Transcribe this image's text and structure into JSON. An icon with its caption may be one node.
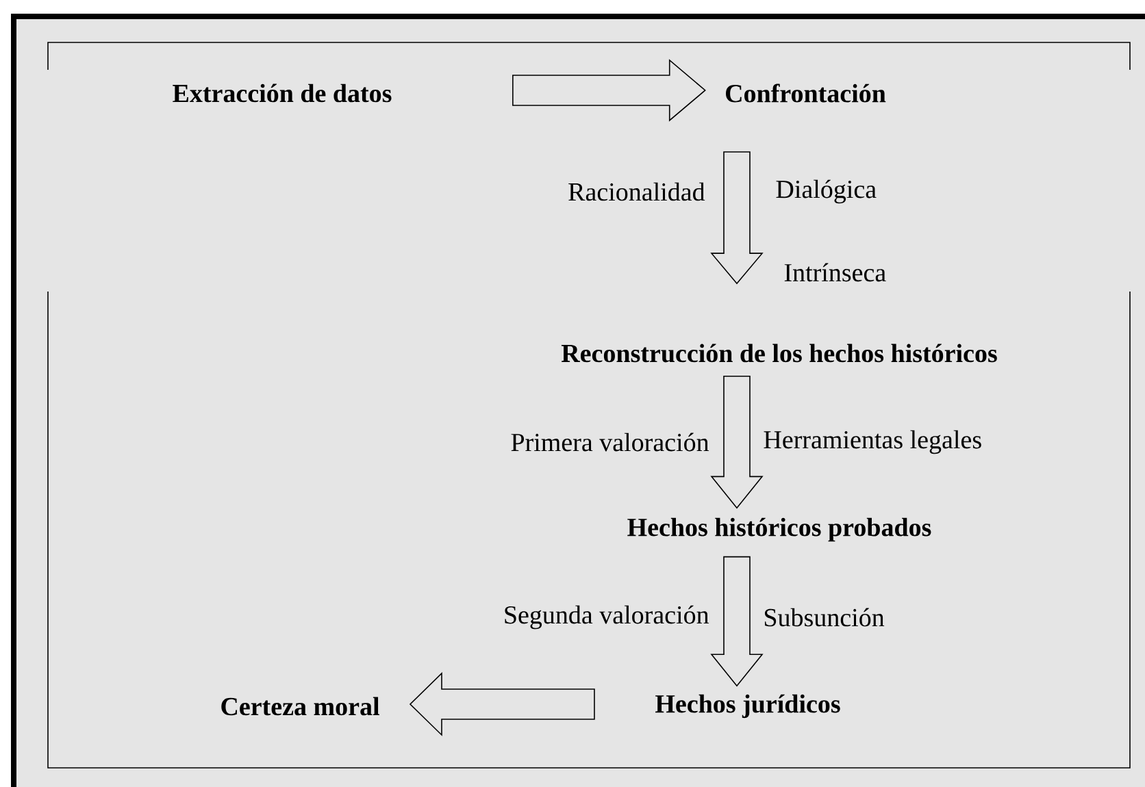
{
  "diagram": {
    "nodes": [
      {
        "text": [
          "Extracción de datos"
        ]
      },
      {
        "text": [
          "Confrontación"
        ]
      },
      {
        "text": [
          "Reconstrucción de los hechos históricos"
        ]
      },
      {
        "text": [
          "Hechos históricos probados"
        ]
      },
      {
        "text": [
          "Hechos jurídicos"
        ]
      },
      {
        "text": [
          "Certeza moral"
        ]
      }
    ],
    "edges": [
      {
        "from": 0,
        "to": 1,
        "arrow": "to"
      },
      {
        "from": 1,
        "to": 2,
        "arrow": "to"
      },
      {
        "from": 2,
        "to": 3,
        "arrow": "to"
      },
      {
        "from": 3,
        "to": 4,
        "arrow": "to"
      },
      {
        "from": 4,
        "to": 5,
        "arrow": "to"
      }
    ],
    "labels": [
      "Racionalidad",
      "Dialógica",
      "Intrínseca",
      "Primera valoración",
      "Herramientas legales",
      "Segunda valoración",
      "Subsunción"
    ]
  }
}
